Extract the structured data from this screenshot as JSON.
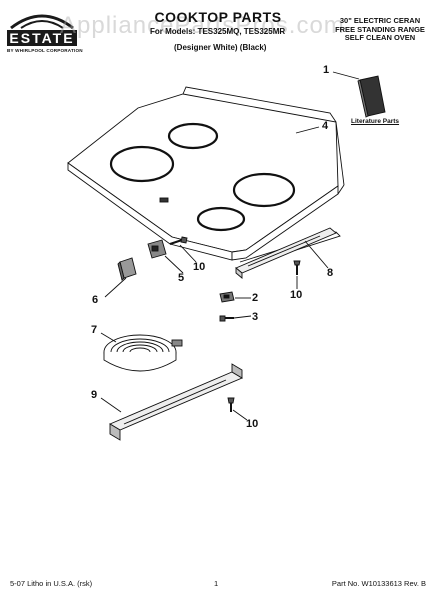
{
  "logo": {
    "brand": "ESTATE",
    "byline": "BY WHIRLPOOL CORPORATION"
  },
  "watermark": "AppliancePartsPros.com",
  "header": {
    "title": "COOKTOP PARTS",
    "models_line": "For Models: TES325MQ, TES325MR",
    "colors_line": "(Designer White)  (Black)",
    "description": [
      "30\" ELECTRIC CERAN",
      "FREE STANDING RANGE",
      "SELF CLEAN OVEN"
    ]
  },
  "literature_label": "Literature Parts",
  "callouts": [
    "1",
    "2",
    "3",
    "4",
    "5",
    "6",
    "7",
    "8",
    "9",
    "10",
    "10",
    "10"
  ],
  "footer": {
    "left": "5-07 Litho in U.S.A. (rsk)",
    "page": "1",
    "right": "Part No. W10133613 Rev. B"
  }
}
